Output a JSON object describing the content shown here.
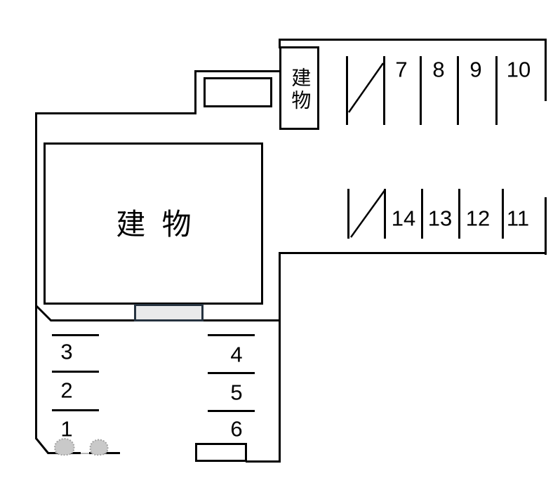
{
  "diagram": {
    "type": "parking-lot-site-plan",
    "buildings": {
      "main_label": "建 物",
      "annex_label": "建物"
    },
    "stalls": {
      "top_row": {
        "numbers": [
          "7",
          "8",
          "9",
          "10"
        ]
      },
      "middle_row": {
        "numbers": [
          "14",
          "13",
          "12",
          "11"
        ]
      },
      "bottom_left_column": {
        "numbers": [
          "3",
          "2",
          "1"
        ]
      },
      "bottom_center_column": {
        "numbers": [
          "4",
          "5",
          "6"
        ]
      }
    },
    "colors": {
      "line": "#000000",
      "porch_fill": "#e9eaeb",
      "porch_border": "#263340",
      "bush_fill": "#c9c9c9",
      "bush_edge": "#a3a3a3"
    }
  }
}
